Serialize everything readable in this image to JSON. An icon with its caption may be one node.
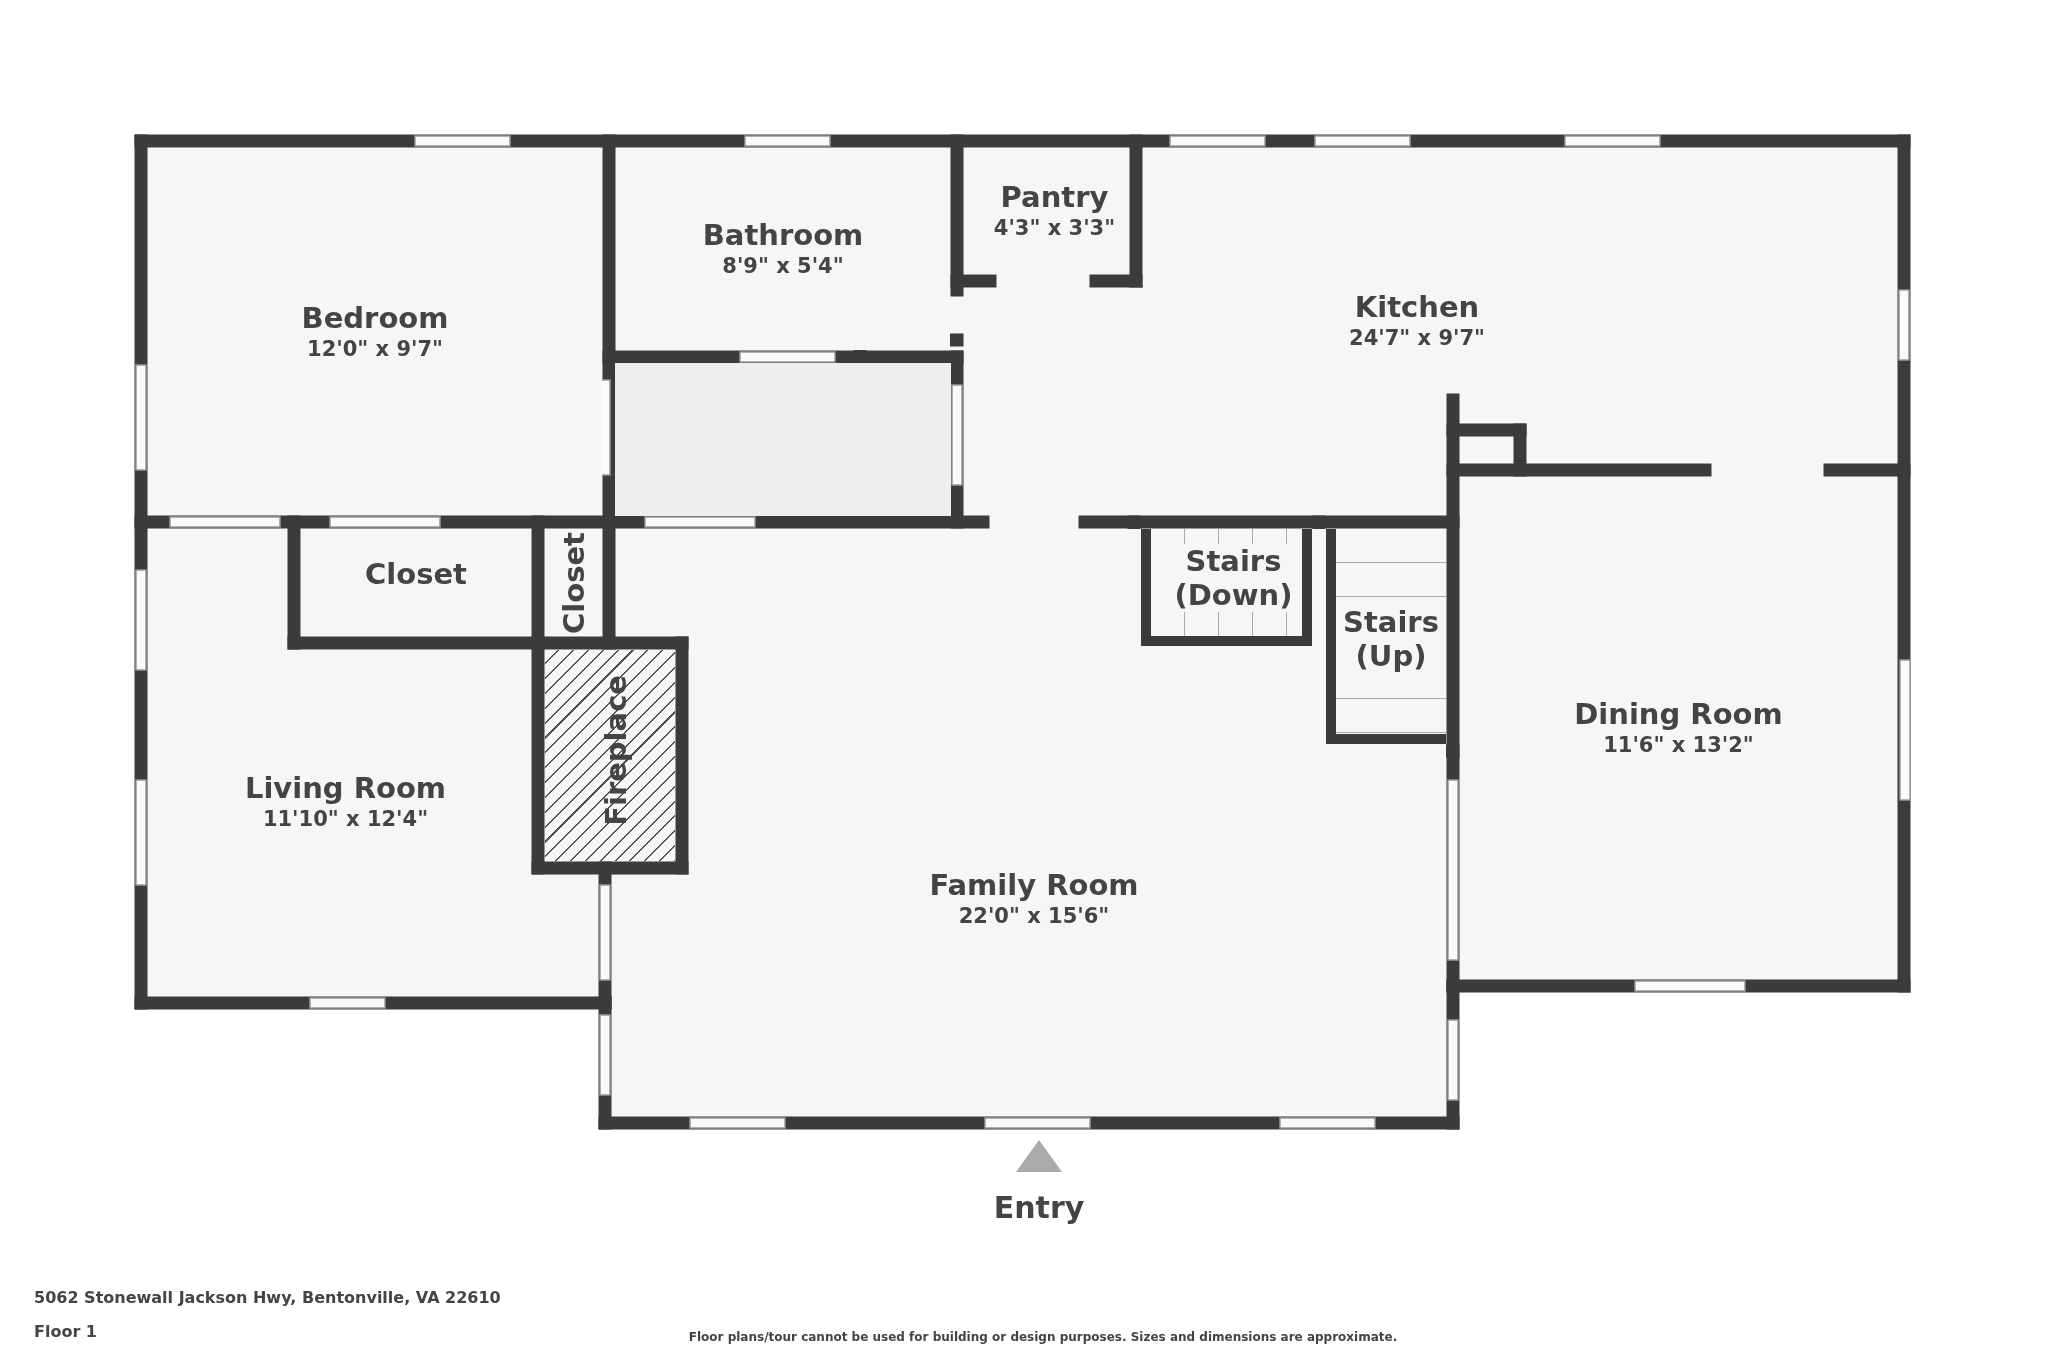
{
  "diagram": {
    "nodes": [
      {
        "text": [
          "Bedroom",
          "12'0\" x 9'7\""
        ]
      },
      {
        "text": [
          "Bathroom",
          "8'9\" x 5'4\""
        ]
      },
      {
        "text": [
          "Pantry",
          "4'3\" x 3'3\""
        ]
      },
      {
        "text": [
          "Kitchen",
          "24'7\" x 9'7\""
        ]
      },
      {
        "text": [],
        "shape": "box"
      },
      {
        "text": [
          "Closet"
        ]
      },
      {
        "text": [
          "Closet"
        ]
      },
      {
        "text": [
          "Stairs (Down)"
        ],
        "in": 12
      },
      {
        "text": [
          "Stairs (Up)"
        ],
        "in": 12
      },
      {
        "text": [
          "Dining Room",
          "11'6\" x 13'2\""
        ]
      },
      {
        "text": [
          "Living Room",
          "11'10\" x 12'4\""
        ]
      },
      {
        "text": [
          "Fireplace"
        ]
      },
      {
        "text": [
          "Family Room",
          "22'0\" x 15'6\""
        ]
      }
    ],
    "edges": [],
    "labels": [
      "Entry",
      "5062 Stonewall Jackson Hwy, Bentonville, VA 22610",
      "Floor 1",
      "Floor plans/tour cannot be used for building or design purposes. Sizes and dimensions are approximate."
    ]
  }
}
